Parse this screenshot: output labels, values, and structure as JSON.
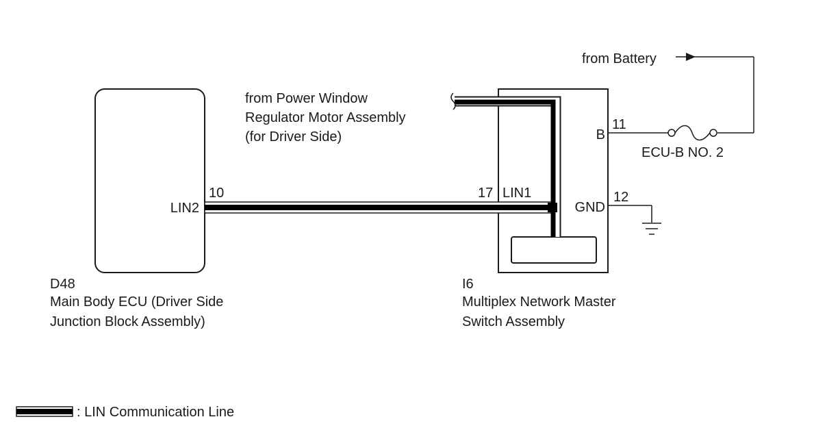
{
  "components": {
    "ecu": {
      "code": "D48",
      "name_line1": "Main Body ECU (Driver Side",
      "name_line2": "Junction Block Assembly)",
      "pin_label": "LIN2",
      "pin_number": "10"
    },
    "master_switch": {
      "code": "I6",
      "name_line1": "Multiplex Network Master",
      "name_line2": "Switch Assembly",
      "lin_pin_number": "17",
      "lin_pin_label": "LIN1",
      "b_pin_label": "B",
      "b_pin_number": "11",
      "gnd_pin_label": "GND",
      "gnd_pin_number": "12"
    }
  },
  "annotations": {
    "from_power_window_line1": "from Power Window",
    "from_power_window_line2": "Regulator Motor Assembly",
    "from_power_window_line3": "(for Driver Side)",
    "from_battery": "from Battery",
    "fuse_label": "ECU-B NO. 2"
  },
  "legend": {
    "lin_line_label": ": LIN Communication Line"
  }
}
